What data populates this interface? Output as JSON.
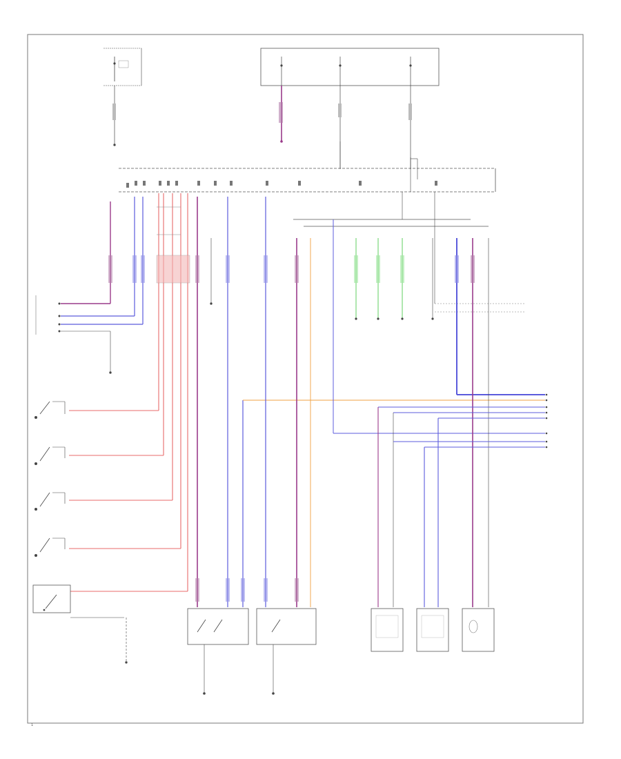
{
  "diagram": {
    "page_number": "1",
    "colors": {
      "wire_default": "#444444",
      "wire_red": "#e86a6a",
      "wire_blue": "#5b5bdc",
      "wire_violet": "#9a3a8a",
      "wire_green": "#5fcf5f",
      "wire_orange": "#f0a040",
      "frame": "#777777"
    },
    "components": [
      "fuse-box-top-left",
      "relay-box-top-right",
      "main-junction-bus",
      "door-lock-switch-left",
      "door-ajar-switch-front-left",
      "door-ajar-switch-front-right",
      "door-ajar-switch-rear-left",
      "door-ajar-switch-rear-right",
      "back-door-switch",
      "front-left-door-lock-motor",
      "front-right-door-lock-motor",
      "back-door-lock-actuator",
      "rear-left-door-lock-actuator",
      "rear-right-door-lock-actuator",
      "body-ecu-right",
      "ground-points"
    ]
  }
}
